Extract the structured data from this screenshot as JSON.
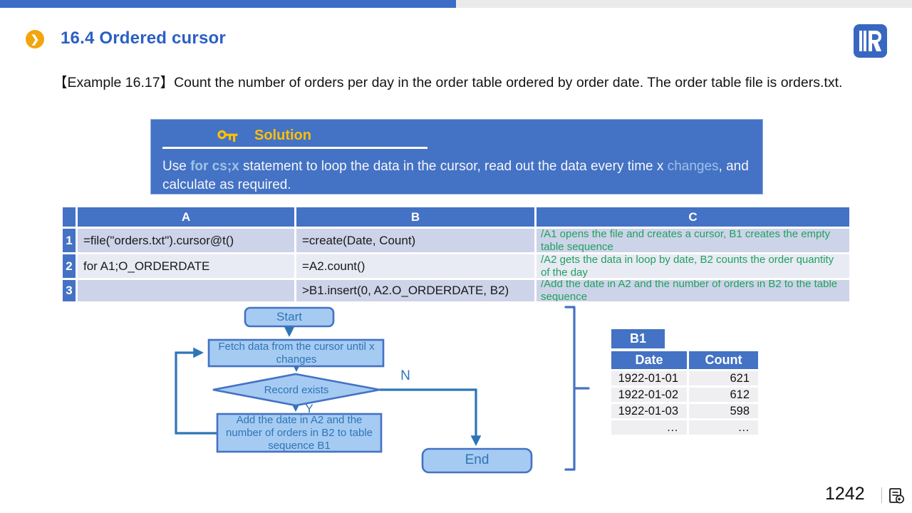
{
  "header": {
    "title": "16.4 Ordered cursor",
    "chevron": "❯"
  },
  "example": {
    "text": "【Example 16.17】Count the number of orders per day in the order table ordered by order date. The order table file is orders.txt."
  },
  "solution": {
    "title": "Solution",
    "body": {
      "part1": "Use ",
      "hl1": "for cs;x",
      "part2": " statement to loop the data in the cursor, read out the data every time x ",
      "hl2": "changes",
      "part3": ", and calculate as required."
    }
  },
  "code_table": {
    "columns": [
      "A",
      "B",
      "C"
    ],
    "rows": [
      {
        "num": "1",
        "a": "=file(\"orders.txt\").cursor@t()",
        "b": "=create(Date, Count)",
        "c": "/A1 opens the file and creates a cursor, B1 creates the empty table sequence"
      },
      {
        "num": "2",
        "a": "for A1;O_ORDERDATE",
        "b": "=A2.count()",
        "c": "/A2 gets the data in loop by date, B2 counts the order quantity of the day"
      },
      {
        "num": "3",
        "a": "",
        "b": ">B1.insert(0, A2.O_ORDERDATE, B2)",
        "c": "/Add the date in A2 and the number of orders in B2 to the table sequence"
      }
    ]
  },
  "flowchart": {
    "start": "Start",
    "fetch": "Fetch data from the cursor until x changes",
    "decision": "Record exists",
    "yes_label": "Y",
    "no_label": "N",
    "add": "Add the date in A2 and the number of orders in B2 to table sequence B1",
    "end": "End"
  },
  "result_table": {
    "name": "B1",
    "headers": [
      "Date",
      "Count"
    ],
    "rows": [
      [
        "1922-01-01",
        "621"
      ],
      [
        "1922-01-02",
        "612"
      ],
      [
        "1922-01-03",
        "598"
      ],
      [
        "…",
        "…"
      ]
    ]
  },
  "footer": {
    "page": "1242"
  },
  "icons": {
    "chevron_circle": "chevron-right-icon",
    "key": "key-icon",
    "logo": "esproc-logo",
    "doc": "return-document-icon"
  },
  "colors": {
    "accent_blue": "#4472c4",
    "topbar_blue": "#3c6cc8",
    "topbar_gray": "#eaeaea",
    "title_blue": "#2b5fc5",
    "gold": "#ffc000",
    "amber_circle": "#f2a50c",
    "comment_green": "#1fa160",
    "row_odd": "#cdd3e8",
    "row_even": "#e8eaf4",
    "flow_fill": "#a6cbf2",
    "flow_stroke": "#4472c4",
    "flow_text": "#2e75b6",
    "result_row_bg": "#efeff2"
  }
}
